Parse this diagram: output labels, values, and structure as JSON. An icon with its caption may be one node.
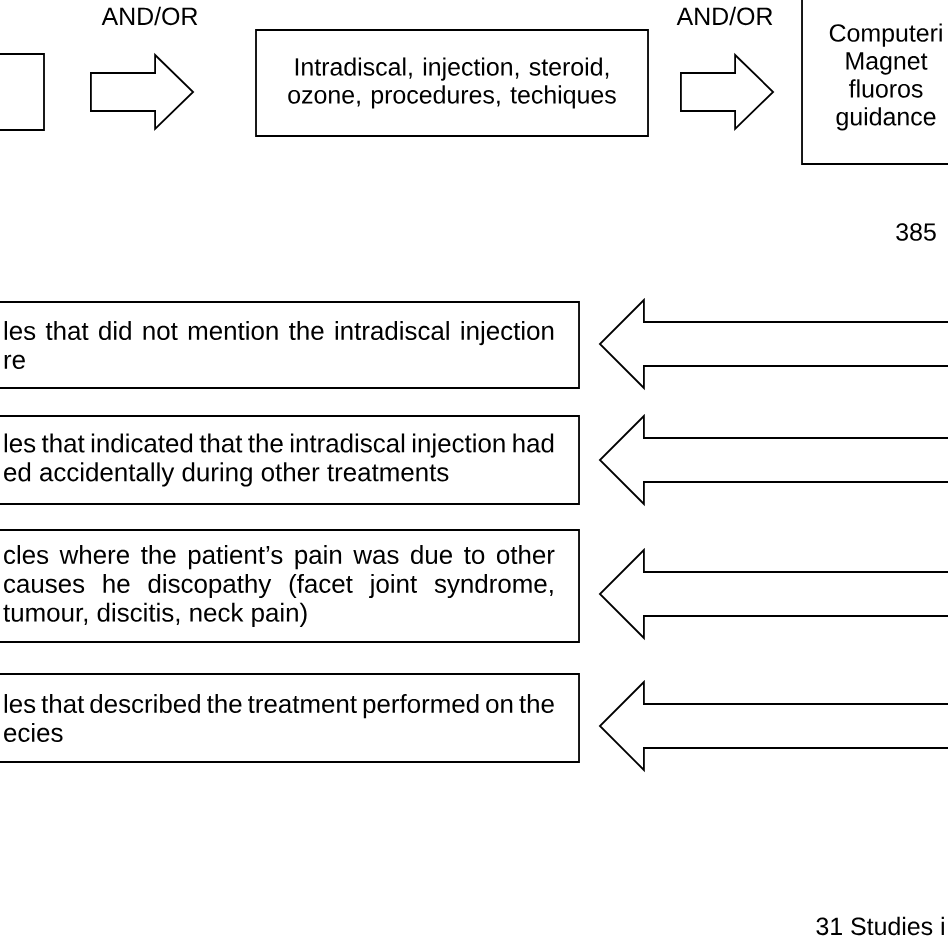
{
  "diagram": {
    "nodes": [
      {
        "text": [],
        "shape": "box"
      },
      {
        "text": [
          "Intradiscal, injection, steroid, ozone,  procedures, techiques"
        ]
      },
      {
        "text": [
          "Computeri Magnet fluoros guidance"
        ]
      },
      {
        "text": [
          "les that did not mention the intradiscal injection re"
        ]
      },
      {
        "text": [
          "les that indicated that the intradiscal injection had ed accidentally during other treatments"
        ]
      },
      {
        "text": [
          "cles where the patient’s pain was due to other causes he discopathy (facet joint syndrome, tumour, discitis, neck pain)"
        ]
      },
      {
        "text": [
          "les that described the treatment performed on the ecies"
        ]
      }
    ],
    "edges": [
      {
        "from": 0,
        "to": 1,
        "arrow": "to",
        "label": "AND/OR"
      },
      {
        "from": 1,
        "to": 2,
        "arrow": "to",
        "label": "AND/OR"
      },
      {
        "from": null,
        "to": 3,
        "arrow": "to"
      },
      {
        "from": null,
        "to": 4,
        "arrow": "to"
      },
      {
        "from": null,
        "to": 5,
        "arrow": "to"
      },
      {
        "from": null,
        "to": 6,
        "arrow": "to"
      }
    ],
    "labels": [
      "385",
      "31 Studies i"
    ]
  }
}
